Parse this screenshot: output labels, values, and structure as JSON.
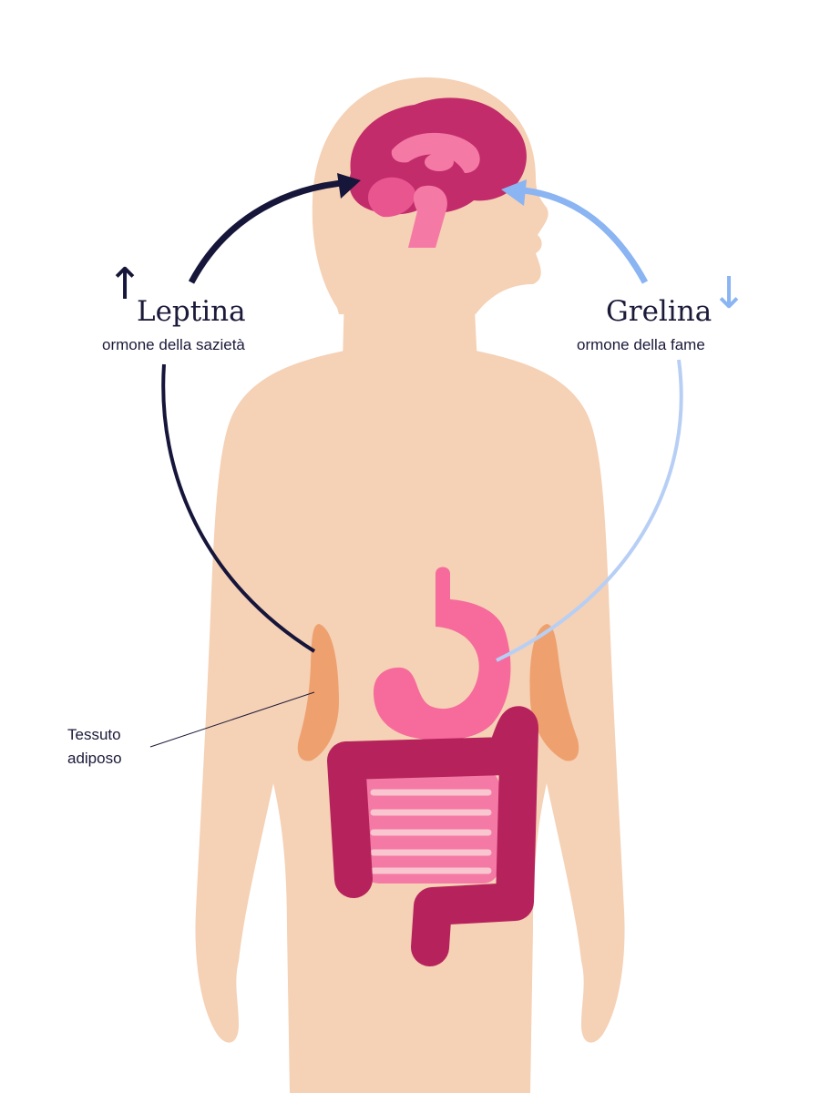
{
  "leptin": {
    "name": "Leptina",
    "description": "ormone della sazietà",
    "trend_symbol": "↑",
    "trend": "up",
    "arrow_color": "#16153a"
  },
  "ghrelin": {
    "name": "Grelina",
    "description": "ormone della fame",
    "trend_symbol": "↓",
    "trend": "down",
    "arrow_color": "#8ab4f2"
  },
  "callout": {
    "line1": "Tessuto",
    "line2": "adiposo"
  },
  "colors": {
    "body": "#f5d1b5",
    "brain": "#c22c6b",
    "brain_inner": "#e9568f",
    "stomach": "#f66b9c",
    "intestine": "#b6235c",
    "small_intestine": "#f47aa5",
    "adipose": "#eea16e",
    "text": "#1b1a3a"
  }
}
